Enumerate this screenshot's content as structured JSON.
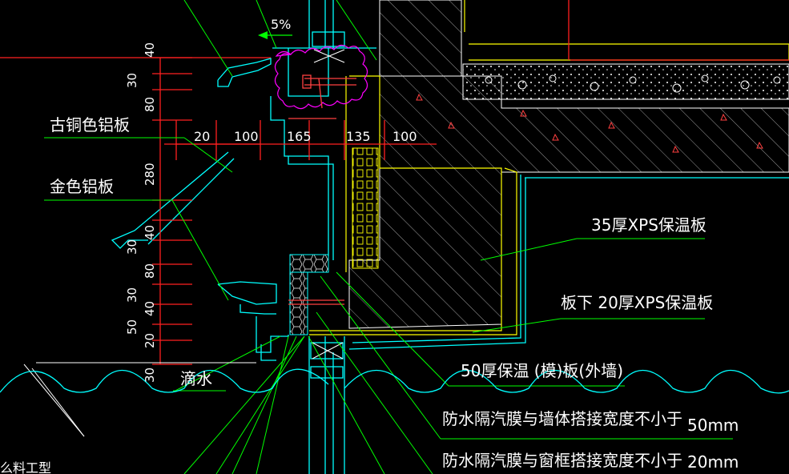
{
  "slope_label": "5%",
  "labels": {
    "bronze_panel": "古铜色铝板",
    "gold_panel": "金色铝板",
    "xps35": "35厚XPS保温板",
    "xps20": "板下 20厚XPS保温板",
    "insul50": "50厚保温 (模)板(外墙)",
    "drip": "滴水",
    "membrane_wall": "防水隔汽膜与墙体搭接宽度不小于",
    "membrane_wall_value": "50mm",
    "membrane_frame": "防水隔汽膜与窗框搭接宽度不小于",
    "membrane_frame_value": "20mm",
    "corner_text": "么料工型"
  },
  "horizontal_dims": [
    "20",
    "100",
    "165",
    "135",
    "100"
  ],
  "vertical_dims": [
    "40",
    "30",
    "80",
    "280",
    "40",
    "80",
    "30",
    "40",
    "50",
    "20",
    "30"
  ],
  "colors": {
    "background": "#000000",
    "cyan": "#00ffff",
    "yellow": "#ffff00",
    "red": "#ff2020",
    "green": "#00ff00",
    "magenta": "#ff00ff",
    "white": "#ffffff"
  }
}
